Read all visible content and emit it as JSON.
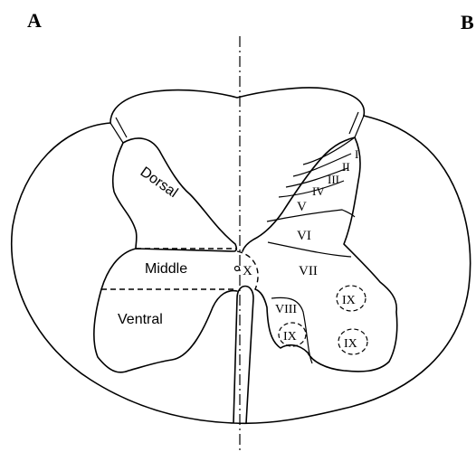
{
  "panel_labels": {
    "left": "A",
    "right": "B"
  },
  "regions": {
    "dorsal": "Dorsal",
    "middle": "Middle",
    "ventral": "Ventral"
  },
  "laminae": {
    "I": "I",
    "II": "II",
    "III": "III",
    "IV": "IV",
    "V": "V",
    "VI": "VI",
    "VII": "VII",
    "VIII": "VIII",
    "IX": "IX",
    "X": "X"
  },
  "colors": {
    "line": "#000000",
    "background": "#ffffff"
  }
}
